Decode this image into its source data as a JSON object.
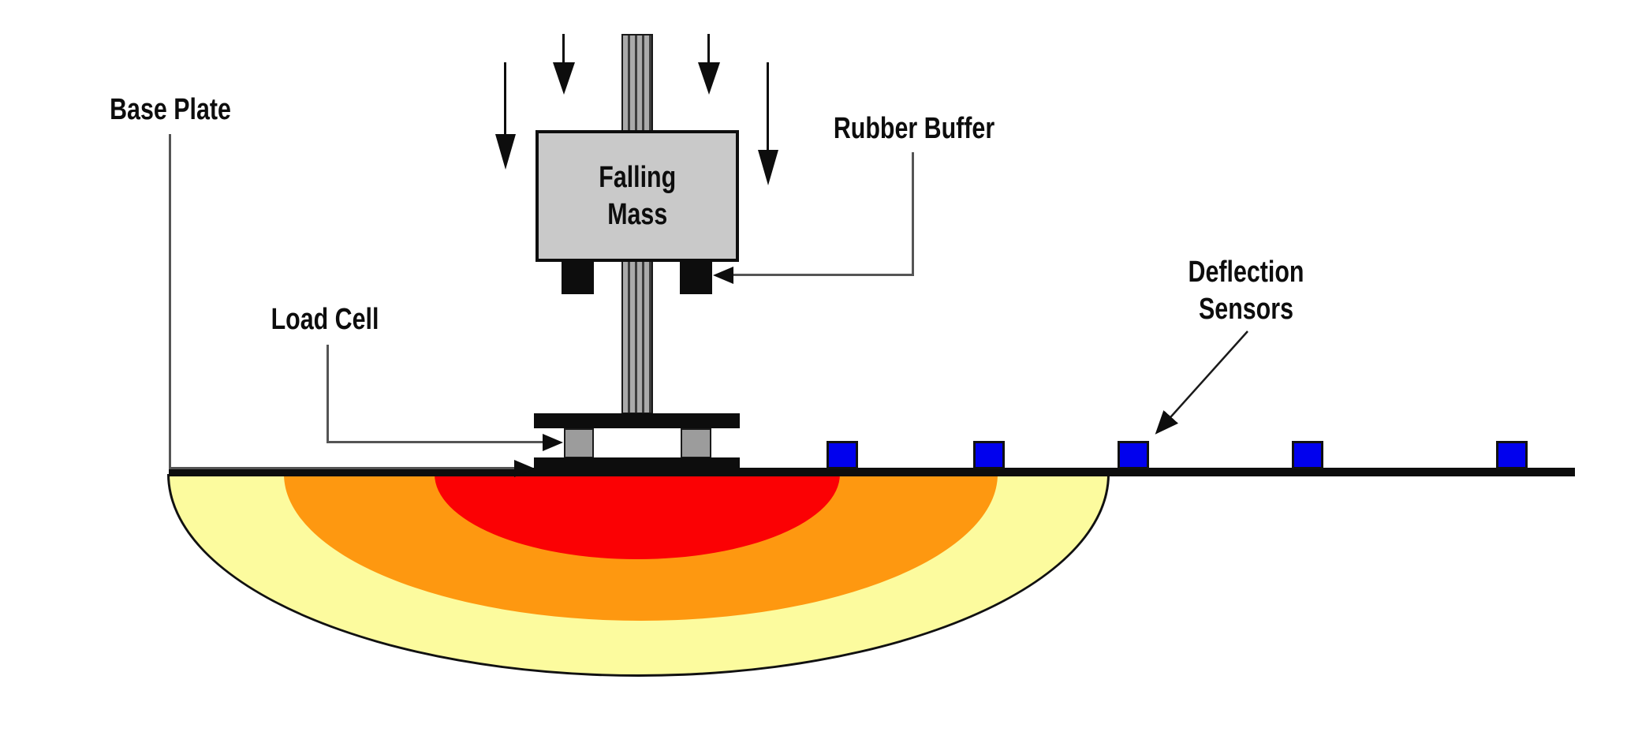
{
  "diagram": {
    "type": "falling-weight-deflectometer-schematic",
    "labels": {
      "falling_mass_line1": "Falling",
      "falling_mass_line2": "Mass",
      "rubber_buffer": "Rubber Buffer",
      "load_cell": "Load Cell",
      "base_plate": "Base Plate",
      "deflection_sensors_line1": "Deflection",
      "deflection_sensors_line2": "Sensors"
    },
    "colors": {
      "stress_zone_inner": "#fb0104",
      "stress_zone_middle": "#fe9810",
      "stress_zone_outer": "#fcfb9e",
      "sensor_blue": "#0101ee",
      "mass_gray": "#c9c9c9",
      "column_gray": "#9c9c9c",
      "ink_black": "#0d0d0d"
    },
    "sensor_count": 5,
    "down_arrow_count": 4
  }
}
